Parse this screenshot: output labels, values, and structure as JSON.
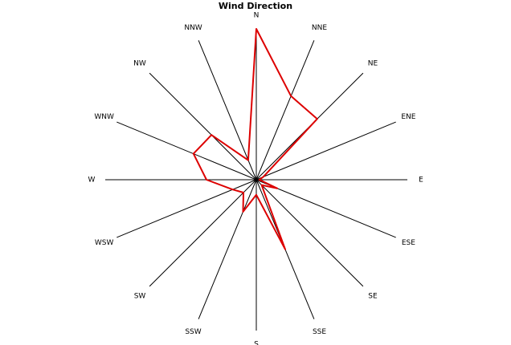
{
  "chart_data": {
    "type": "radar",
    "title": "Wind Direction",
    "directions": [
      "N",
      "NNE",
      "NE",
      "ENE",
      "E",
      "ESE",
      "SE",
      "SSE",
      "S",
      "SSW",
      "SW",
      "WSW",
      "W",
      "WNW",
      "NW",
      "NNW"
    ],
    "series": [
      {
        "values": [
          1.0,
          0.6,
          0.57,
          0.05,
          0.02,
          0.15,
          0.05,
          0.5,
          0.1,
          0.23,
          0.12,
          0.17,
          0.33,
          0.45,
          0.42,
          0.14
        ]
      }
    ],
    "rmax": 1.0,
    "grid": false,
    "legend": "none",
    "colors": {
      "series": "#dd0000",
      "axis": "#000000"
    }
  }
}
